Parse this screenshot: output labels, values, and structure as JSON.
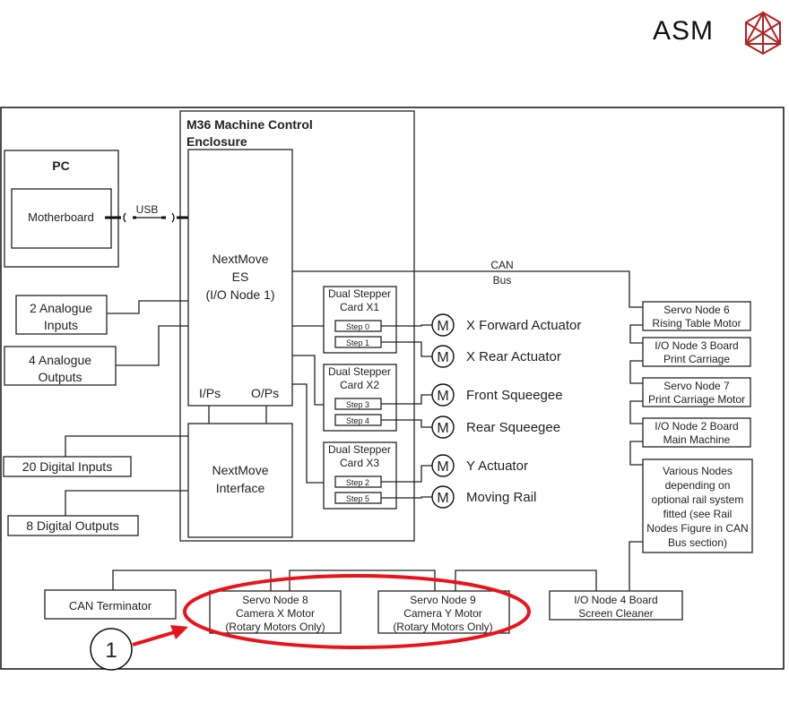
{
  "logo": {
    "text": "ASM",
    "icon": "asm-geodesic-logo-icon",
    "color": "#b22222"
  },
  "diagram": {
    "enclosure_title": [
      "M36 Machine Control",
      "Enclosure"
    ],
    "pc": {
      "title": "PC",
      "motherboard": "Motherboard"
    },
    "usb_label": "USB",
    "nextmove_es": [
      "NextMove",
      "ES",
      "(I/O Node 1)"
    ],
    "ips_label": "I/Ps",
    "ops_label": "O/Ps",
    "nextmove_interface": [
      "NextMove",
      "Interface"
    ],
    "analogue_inputs": [
      "2 Analogue",
      "Inputs"
    ],
    "analogue_outputs": [
      "4 Analogue",
      "Outputs"
    ],
    "digital_inputs": "20 Digital Inputs",
    "digital_outputs": "8 Digital Outputs",
    "can_bus": [
      "CAN",
      "Bus"
    ],
    "stepper_cards": [
      {
        "title": [
          "Dual Stepper",
          "Card X1"
        ],
        "steps": [
          "Step 0",
          "Step 1"
        ],
        "motors": [
          "X Forward Actuator",
          "X Rear Actuator"
        ]
      },
      {
        "title": [
          "Dual Stepper",
          "Card X2"
        ],
        "steps": [
          "Step 3",
          "Step 4"
        ],
        "motors": [
          "Front Squeegee",
          "Rear Squeegee"
        ]
      },
      {
        "title": [
          "Dual Stepper",
          "Card X3"
        ],
        "steps": [
          "Step 2",
          "Step 5"
        ],
        "motors": [
          "Y Actuator",
          "Moving Rail"
        ]
      }
    ],
    "motor_symbol": "M",
    "can_nodes": [
      [
        "Servo Node 6",
        "Rising Table Motor"
      ],
      [
        "I/O Node 3 Board",
        "Print Carriage"
      ],
      [
        "Servo Node 7",
        "Print Carriage Motor"
      ],
      [
        "I/O Node 2 Board",
        "Main Machine"
      ]
    ],
    "various_nodes": [
      "Various Nodes",
      "depending on",
      "optional rail system",
      "fitted (see Rail",
      "Nodes Figure in CAN",
      "Bus section)"
    ],
    "bottom_nodes": {
      "can_terminator": "CAN Terminator",
      "servo8": [
        "Servo Node 8",
        "Camera X Motor",
        "(Rotary Motors Only)"
      ],
      "servo9": [
        "Servo Node 9",
        "Camera Y Motor",
        "(Rotary Motors Only)"
      ],
      "io4": [
        "I/O Node 4 Board",
        "Screen Cleaner"
      ]
    },
    "callout": {
      "number": "1",
      "color": "#e8141b"
    }
  }
}
